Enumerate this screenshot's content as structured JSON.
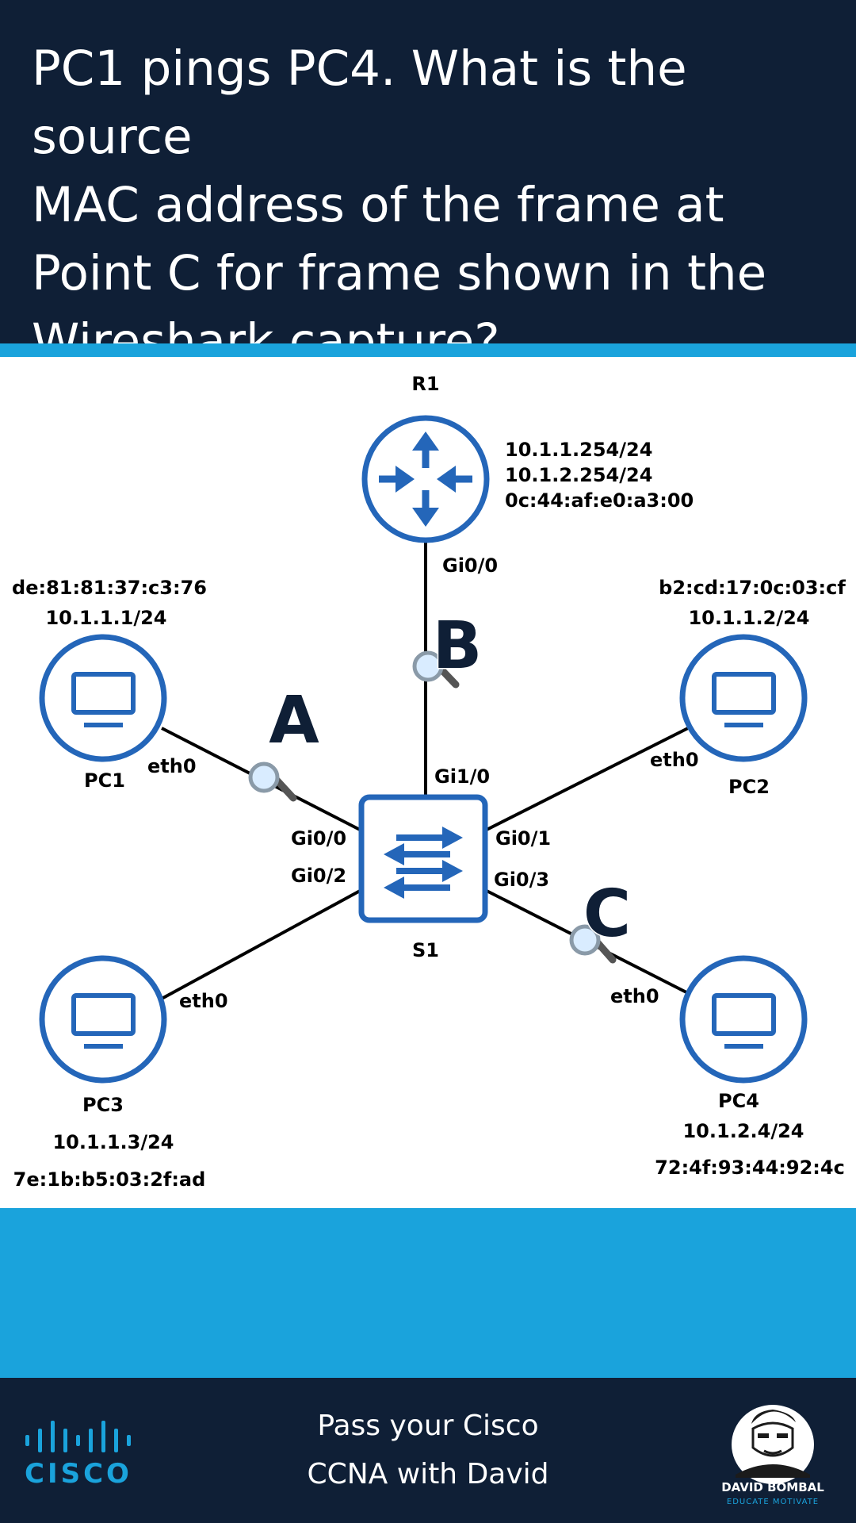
{
  "question": {
    "lines": [
      "PC1 pings PC4. What is the source",
      "MAC address of the frame at",
      "Point C for frame shown in the",
      "Wireshark capture?"
    ]
  },
  "diagram": {
    "router": {
      "name": "R1",
      "ip1": "10.1.1.254/24",
      "ip2": "10.1.2.254/24",
      "mac": "0c:44:af:e0:a3:00",
      "port": "Gi0/0"
    },
    "switch": {
      "name": "S1",
      "port_up": "Gi1/0",
      "port_pc1": "Gi0/0",
      "port_pc3": "Gi0/2",
      "port_pc2": "Gi0/1",
      "port_pc4": "Gi0/3"
    },
    "pc1": {
      "name": "PC1",
      "mac": "de:81:81:37:c3:76",
      "ip": "10.1.1.1/24",
      "iface": "eth0"
    },
    "pc2": {
      "name": "PC2",
      "mac": "b2:cd:17:0c:03:cf",
      "ip": "10.1.1.2/24",
      "iface": "eth0"
    },
    "pc3": {
      "name": "PC3",
      "ip": "10.1.1.3/24",
      "mac": "7e:1b:b5:03:2f:ad",
      "iface": "eth0"
    },
    "pc4": {
      "name": "PC4",
      "ip": "10.1.2.4/24",
      "mac": "72:4f:93:44:92:4c",
      "iface": "eth0"
    },
    "points": {
      "a": "A",
      "b": "B",
      "c": "C"
    }
  },
  "footer": {
    "tagline_line1": "Pass your Cisco",
    "tagline_line2": "CCNA with David",
    "cisco_wordmark": "CISCO",
    "brand_name": "DAVID BOMBAL",
    "brand_slogan": "EDUCATE MOTIVATE"
  },
  "colors": {
    "navy": "#0f1f36",
    "accent_blue": "#1aa3dc",
    "device_blue": "#2466b9"
  }
}
